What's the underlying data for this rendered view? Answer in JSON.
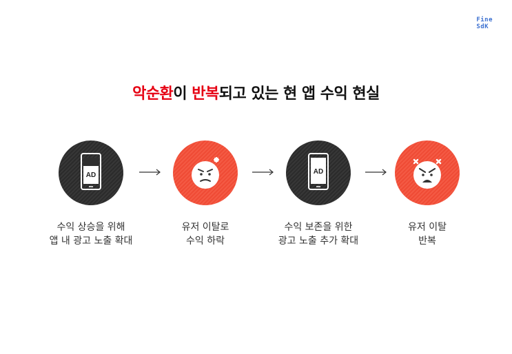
{
  "logo": {
    "line1": "Fine",
    "line2": "SdK"
  },
  "headline": {
    "part1": "악순환",
    "part2": "이 ",
    "part3": "반복",
    "part4": "되고 있는 현 앱 수익 현실"
  },
  "steps": [
    {
      "icon": "phone-ad-icon",
      "ad_label": "AD",
      "caption_line1": "수익 상승을 위해",
      "caption_line2": "앱 내 광고 노출 확대"
    },
    {
      "icon": "annoyed-face-icon",
      "caption_line1": "유저 이탈로",
      "caption_line2": "수익 하락"
    },
    {
      "icon": "phone-ad-icon",
      "ad_label": "AD",
      "caption_line1": "수익 보존을 위한",
      "caption_line2": "광고 노출 추가 확대"
    },
    {
      "icon": "angry-face-icon",
      "caption_line1": "유저 이탈",
      "caption_line2": "반복"
    }
  ],
  "colors": {
    "accent": "#e60012",
    "dark_circle": "#2f2f2f",
    "red_circle": "#f04e38"
  }
}
